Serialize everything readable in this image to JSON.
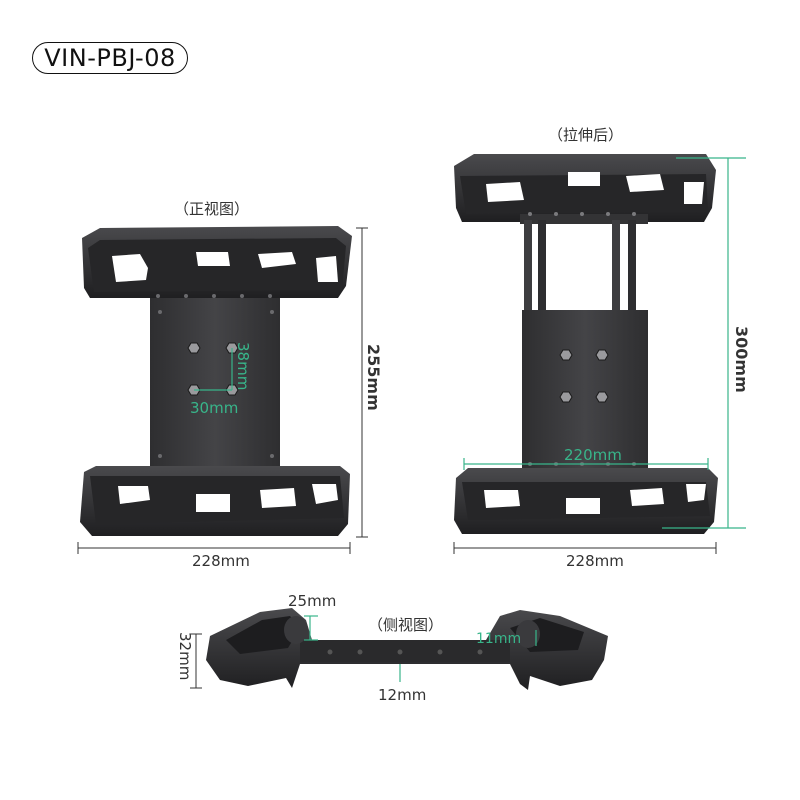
{
  "model": "VIN-PBJ-08",
  "views": {
    "front": {
      "caption": "（正视图）",
      "width_label": "228mm",
      "height_label": "255mm",
      "hole_vertical_label": "38mm",
      "hole_horizontal_label": "30mm"
    },
    "extended": {
      "caption": "（拉伸后）",
      "width_label": "228mm",
      "height_label": "300mm",
      "inner_width_label": "220mm"
    },
    "side": {
      "caption": "（侧视图）",
      "lip_label": "25mm",
      "height_label": "32mm",
      "plate_label": "12mm",
      "clamp_label": "11mm"
    }
  },
  "colors": {
    "body": "#2b2b2d",
    "plate": "#3a3a3c",
    "accent_dimension": "#38b58a",
    "dimension_line": "#333333"
  }
}
